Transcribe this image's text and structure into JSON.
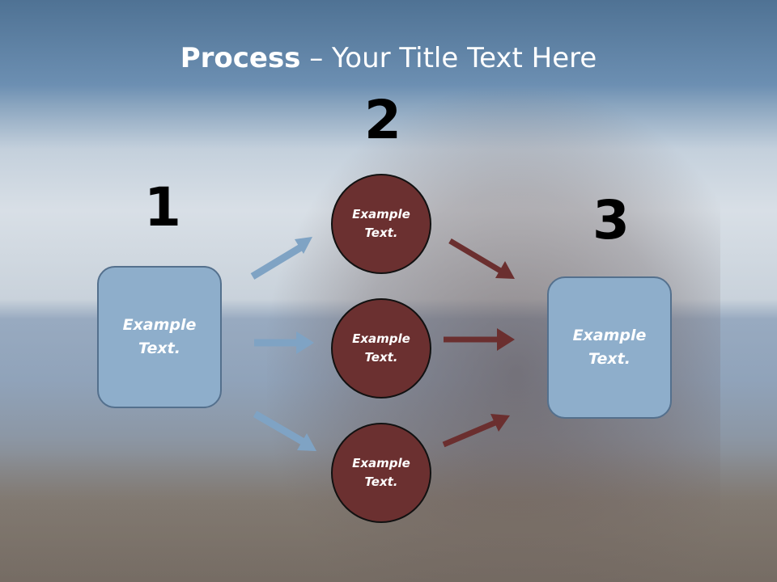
{
  "title": {
    "bold": "Process",
    "rest": " – Your Title Text Here"
  },
  "steps": {
    "one": "1",
    "two": "2",
    "three": "3"
  },
  "left_box": {
    "text": "Example Text."
  },
  "circles": [
    {
      "text": "Example Text."
    },
    {
      "text": "Example Text."
    },
    {
      "text": "Example Text."
    }
  ],
  "right_box": {
    "text": "Example Text."
  },
  "colors": {
    "box_fill": "#8eaecb",
    "circle_fill": "#6b3030",
    "blue_arrow": "#7fa3c4",
    "red_arrow": "#6b2f2f"
  }
}
